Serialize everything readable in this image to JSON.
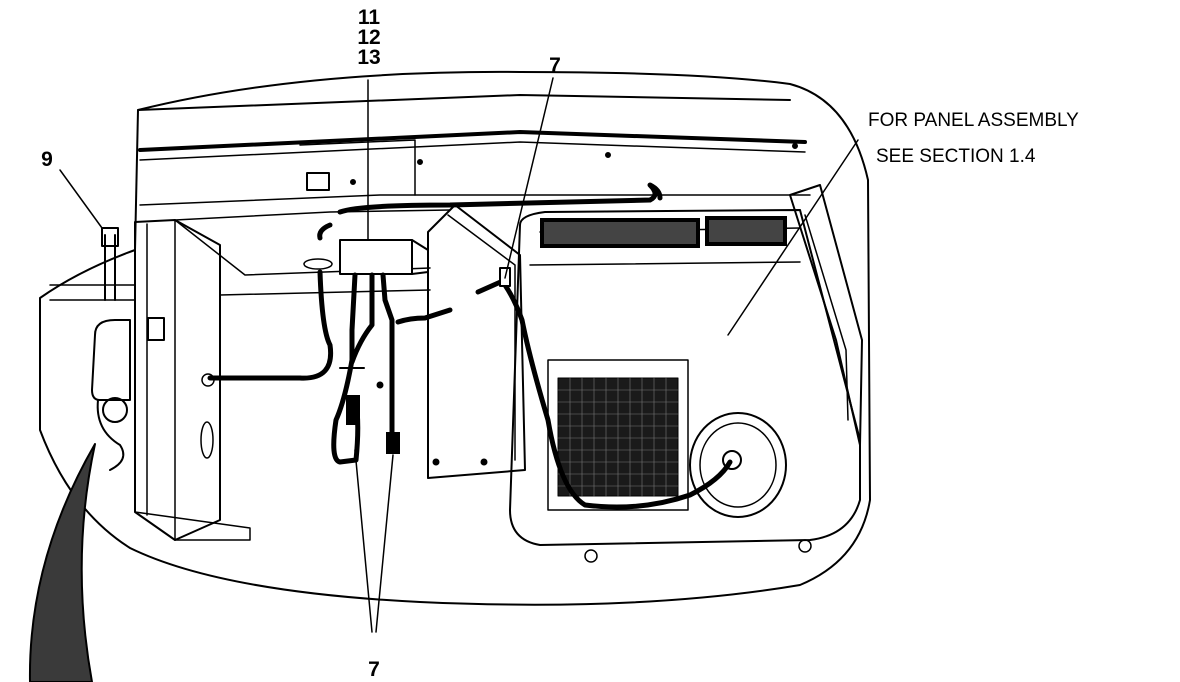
{
  "callouts": {
    "stack_label_1": "11",
    "stack_label_2": "12",
    "stack_label_3": "13",
    "top_label": "7",
    "left_label": "9",
    "bottom_label": "7"
  },
  "note": {
    "line1": "FOR PANEL ASSEMBLY",
    "line2": "SEE SECTION 1.4"
  },
  "colors": {
    "ink": "#000000",
    "paper": "#ffffff",
    "arrow_fill": "#3a3a3a"
  }
}
